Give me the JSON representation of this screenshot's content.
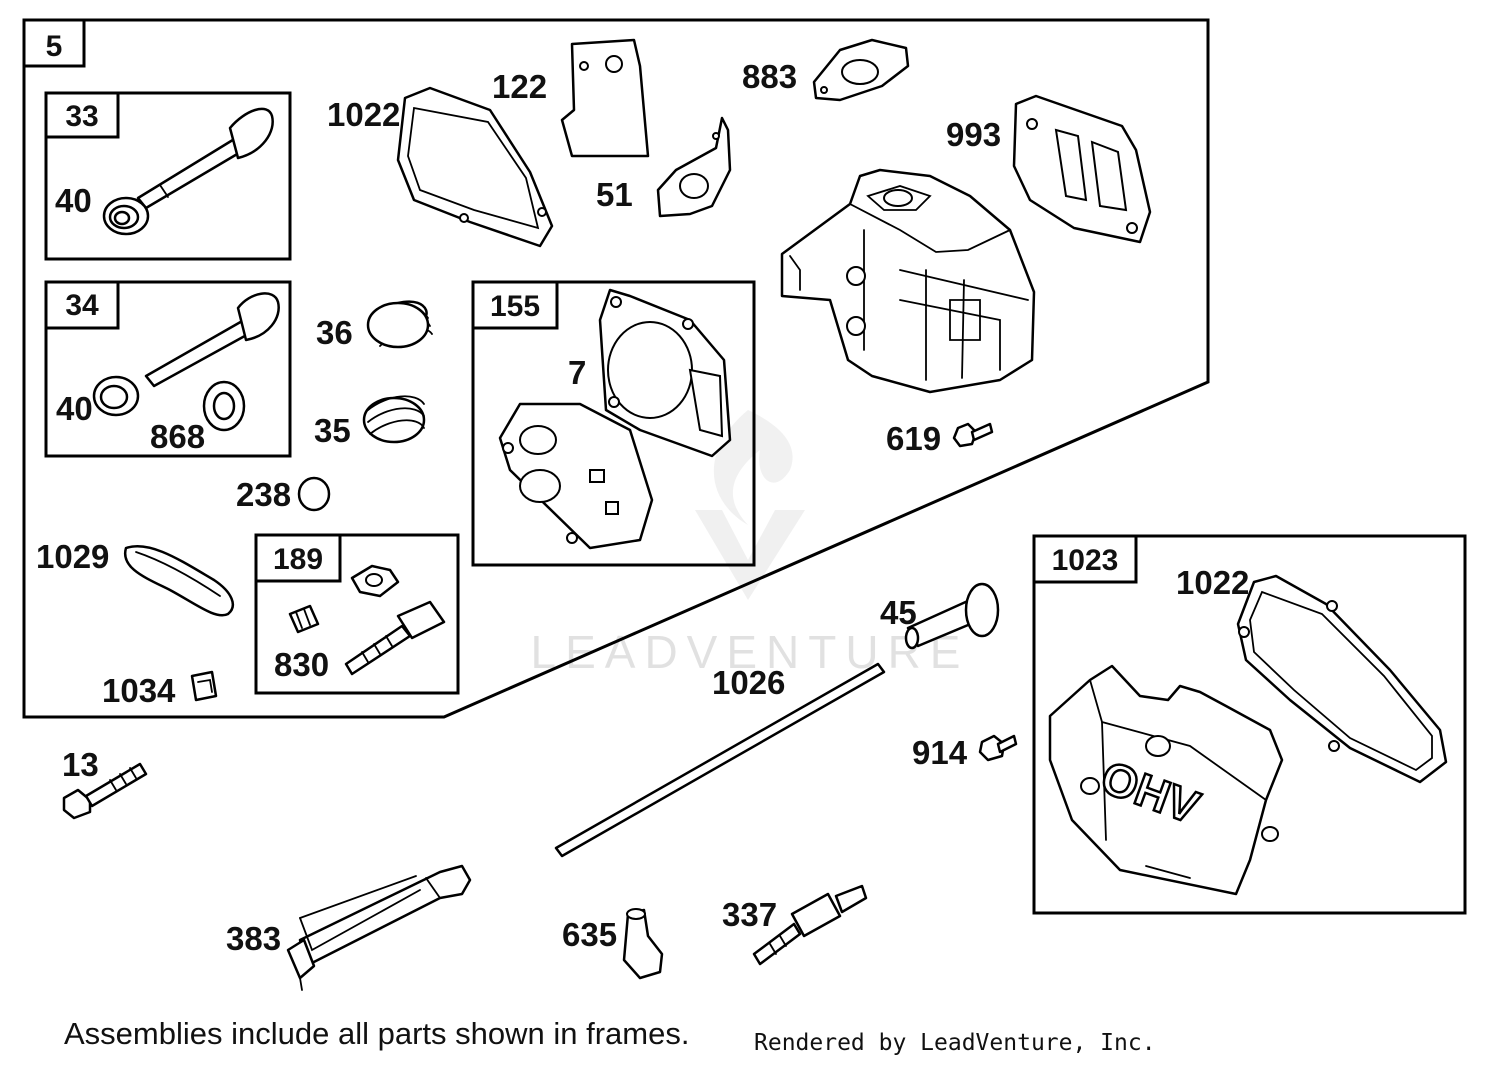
{
  "frames": {
    "main": "5",
    "intake_valve": "33",
    "exhaust_valve": "34",
    "gasket_set": "155",
    "rocker_kit": "189",
    "cover_assembly": "1023"
  },
  "labels": {
    "p40a": "40",
    "p40b": "40",
    "p868": "868",
    "p36": "36",
    "p35": "35",
    "p238": "238",
    "p1029": "1029",
    "p1034": "1034",
    "p830": "830",
    "p7": "7",
    "p1022a": "1022",
    "p122": "122",
    "p51": "51",
    "p883": "883",
    "p993": "993",
    "p619": "619",
    "p13": "13",
    "p383": "383",
    "p635": "635",
    "p337": "337",
    "p1026": "1026",
    "p45": "45",
    "p914": "914",
    "p1022b": "1022"
  },
  "watermark": "LEADVENTURE",
  "cover_text": "OHV",
  "footnote": "Assemblies include all parts shown in frames.",
  "credit": "Rendered by LeadVenture, Inc."
}
